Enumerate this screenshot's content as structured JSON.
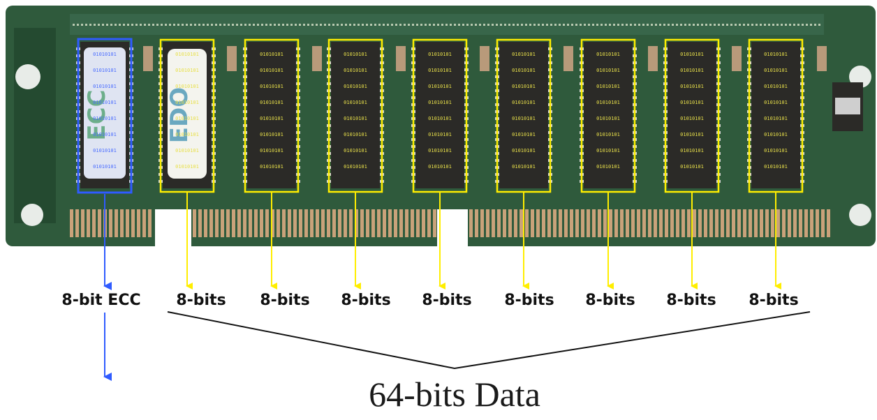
{
  "labels": {
    "ecc": "8-bit ECC",
    "data_chips": [
      "8-bits",
      "8-bits",
      "8-bits",
      "8-bits",
      "8-bits",
      "8-bits",
      "8-bits",
      "8-bits"
    ],
    "total": "64-bits Data"
  },
  "chip_bit_rows": [
    "01010101",
    "01010101",
    "01010101",
    "01010101",
    "01010101",
    "01010101",
    "01010101",
    "01010101"
  ],
  "sticker_text": [
    "ECC",
    "EDO"
  ],
  "colors": {
    "pcb": "#2f5a3c",
    "chip": "#2b2a27",
    "data_highlight": "#ffee00",
    "ecc_highlight": "#2f5bff",
    "contacts": "#c9a27a",
    "bit_text": "#e8e04a",
    "ecc_bit_text": "#4a6cff"
  }
}
